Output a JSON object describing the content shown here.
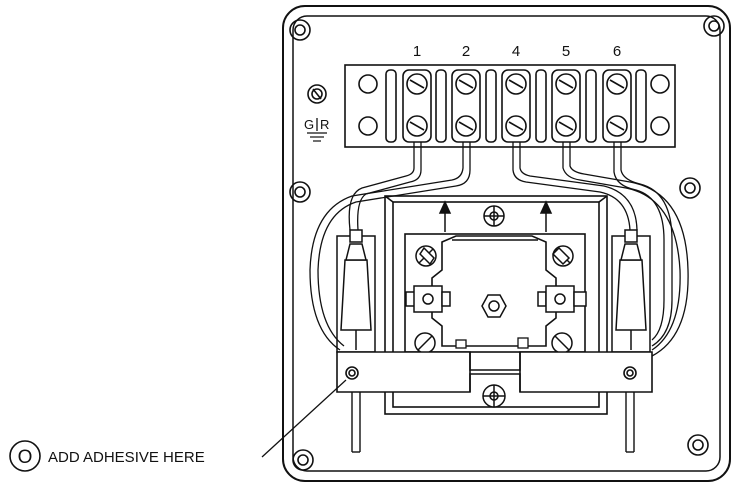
{
  "terminal_numbers": [
    "1",
    "2",
    "4",
    "5",
    "6"
  ],
  "ground_label": {
    "left": "G",
    "right": "R"
  },
  "callout": {
    "symbol_letter": "O",
    "text": "ADD ADHESIVE HERE"
  },
  "colors": {
    "line": "#111111",
    "background": "#ffffff"
  }
}
